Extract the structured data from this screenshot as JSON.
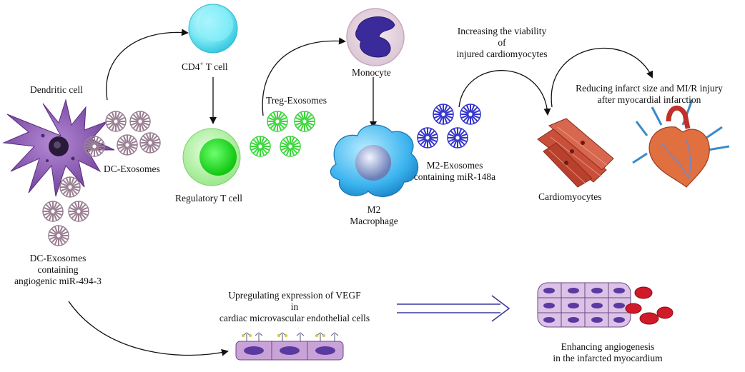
{
  "labels": {
    "dendritic_cell": "Dendritic cell",
    "dc_exosomes": "DC-Exosomes",
    "cd4_prefix": "CD4",
    "cd4_sup": "+",
    "cd4_suffix": " T cell",
    "regulatory_t_cell": "Regulatory T cell",
    "treg_exosomes": "Treg-Exosomes",
    "monocyte": "Monocyte",
    "m2_line1": "M2",
    "m2_line2": "Macrophage",
    "m2_exosomes_line1": "M2-Exosomes",
    "m2_exosomes_line2": "containing miR-148a",
    "viability_line1": "Increasing  the viability",
    "viability_line2": "of",
    "viability_line3": "injured cardiomyocytes",
    "infarct_line1": "Reducing infarct size and MI/R injury",
    "infarct_line2": "after myocardial infarction",
    "cardiomyocytes": "Cardiomyocytes",
    "dc_mir_line1": "DC-Exosomes",
    "dc_mir_line2": "containing",
    "dc_mir_line3": "angiogenic miR-494-3",
    "vegf_line1": "Upregulating expression of VEGF",
    "vegf_line2": "in",
    "vegf_line3": "cardiac microvascular endothelial cells",
    "angio_line1": "Enhancing angiogenesis",
    "angio_line2": "in the infarcted myocardium"
  },
  "colors": {
    "dc_exosome": "#9a7f93",
    "treg_exosome": "#3ed63e",
    "m2_exosome": "#3333cc",
    "dendritic": "#8a5fb0",
    "cd4": "#6fe6f2",
    "treg_outer": "#b5f5a8",
    "treg_nucleus": "#22dd22",
    "monocyte_nucleus": "#3a2a9a",
    "macrophage": "#2aa8e8",
    "cardiomyocyte": "#c8503a",
    "endothelial": "#c9a3d8",
    "rbc": "#d01a2a",
    "arrow": "#111111",
    "double_arrow": "#3a3a9a"
  }
}
